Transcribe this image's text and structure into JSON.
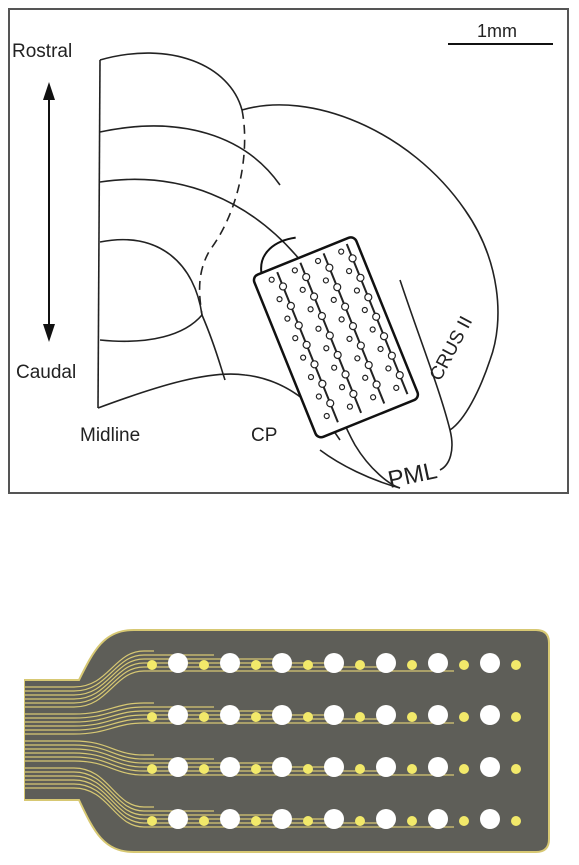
{
  "labels": {
    "scale_bar": "1mm",
    "rostral": "Rostral",
    "caudal": "Caudal",
    "midline": "Midline",
    "cp": "CP",
    "crus_ii": "CRUS II",
    "pml": "PML"
  },
  "colors": {
    "board_fill": "#5e5e58",
    "trace_gold": "#d7c873",
    "pad_yellow": "#f2e96a",
    "electrode_white": "#ffffff",
    "outline": "#222222"
  },
  "electrode_array": {
    "rows": 4,
    "large_sites_per_row": 7,
    "small_pads_per_row": 8
  }
}
